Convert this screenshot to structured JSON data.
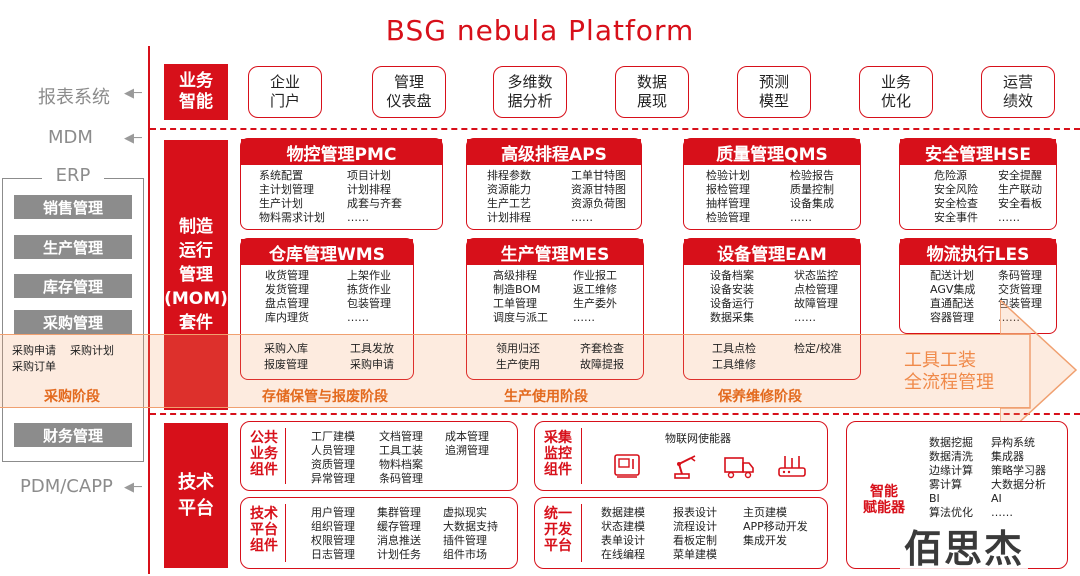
{
  "title": "BSG nebula Platform",
  "external_systems": {
    "report": "报表系统",
    "mdm": "MDM",
    "erp": "ERP",
    "pdm": "PDM/CAPP",
    "erp_items": [
      "销售管理",
      "生产管理",
      "库存管理",
      "采购管理",
      "财务管理"
    ]
  },
  "business_intelligence": {
    "label": "业务\n智能",
    "boxes": [
      "企业\n门户",
      "管理\n仪表盘",
      "多维数\n据分析",
      "数据\n展现",
      "预测\n模型",
      "业务\n优化",
      "运营\n绩效"
    ]
  },
  "mom": {
    "label": "制造\n运行\n管理\n(MOM)\n套件",
    "modules": [
      {
        "title": "物控管理PMC",
        "col1": "系统配置\n主计划管理\n生产计划\n物料需求计划",
        "col2": "项目计划\n计划排程\n成套与齐套\n……",
        "band1": "",
        "band2": ""
      },
      {
        "title": "高级排程APS",
        "col1": "排程参数\n资源能力\n生产工艺\n计划排程",
        "col2": "工单甘特图\n资源甘特图\n资源负荷图\n……",
        "band1": "",
        "band2": ""
      },
      {
        "title": "质量管理QMS",
        "col1": "检验计划\n报检管理\n抽样管理\n检验管理",
        "col2": "检验报告\n质量控制\n设备集成\n……",
        "band1": "",
        "band2": ""
      },
      {
        "title": "安全管理HSE",
        "col1": "危险源\n安全风险\n安全检查\n安全事件",
        "col2": "安全提醒\n生产联动\n安全看板\n……",
        "band1": "",
        "band2": ""
      },
      {
        "title": "仓库管理WMS",
        "col1": "收货管理\n发货管理\n盘点管理\n库内理货",
        "col2": "上架作业\n拣货作业\n包装管理\n……",
        "band1": "采购入库\n报废管理",
        "band2": "工具发放\n采购申请"
      },
      {
        "title": "生产管理MES",
        "col1": "高级排程\n制造BOM\n工单管理\n调度与派工",
        "col2": "作业报工\n返工维修\n生产委外\n……",
        "band1": "领用归还\n生产使用",
        "band2": "齐套检查\n故障提报"
      },
      {
        "title": "设备管理EAM",
        "col1": "设备档案\n设备安装\n设备运行\n数据采集",
        "col2": "状态监控\n点检管理\n故障管理\n……",
        "band1": "工具点检\n工具维修",
        "band2": "检定/校准"
      },
      {
        "title": "物流执行LES",
        "col1": "配送计划\nAGV集成\n直通配送\n容器管理",
        "col2": "条码管理\n交货管理\n包装管理\n……",
        "band1": "",
        "band2": ""
      }
    ]
  },
  "tool_band": {
    "procure_items": "采购申请    采购计划\n采购订单",
    "stages": [
      "采购阶段",
      "存储保管与报废阶段",
      "生产使用阶段",
      "保养维修阶段"
    ],
    "arrow_text": "工具工装\n全流程管理"
  },
  "tech_platform": {
    "label": "技术\n平台",
    "public": {
      "label": "公共\n业务\n组件",
      "c1": "工厂建模\n人员管理\n资质管理\n异常管理",
      "c2": "文档管理\n工具工装\n物料档案\n条码管理",
      "c3": "成本管理\n追溯管理"
    },
    "tech": {
      "label": "技术\n平台\n组件",
      "c1": "用户管理\n组织管理\n权限管理\n日志管理",
      "c2": "集群管理\n缓存管理\n消息推送\n计划任务",
      "c3": "虚拟现实\n大数据支持\n插件管理\n组件市场"
    },
    "iot": {
      "label": "采集\n监控\n组件",
      "title": "物联网使能器",
      "icons": [
        "cnc-machine-icon",
        "robot-arm-icon",
        "truck-icon",
        "router-icon"
      ]
    },
    "dev": {
      "label": "统一\n开发\n平台",
      "c1": "数据建模\n状态建模\n表单设计\n在线编程",
      "c2": "报表设计\n流程设计\n看板定制\n菜单建模",
      "c3": "主页建模\nAPP移动开发\n集成开发"
    },
    "ai": {
      "label": "智能\n赋能器",
      "c1": "数据挖掘\n数据清洗\n边缘计算\n雾计算\nBI\n算法优化",
      "c2": "异构系统\n集成器\n策略学习器\n大数据分析\nAI\n……"
    }
  },
  "watermark": "佰思杰",
  "colors": {
    "brand_red": "#d7101a",
    "gray": "#8c8c8c",
    "orange": "#e36a1e"
  }
}
